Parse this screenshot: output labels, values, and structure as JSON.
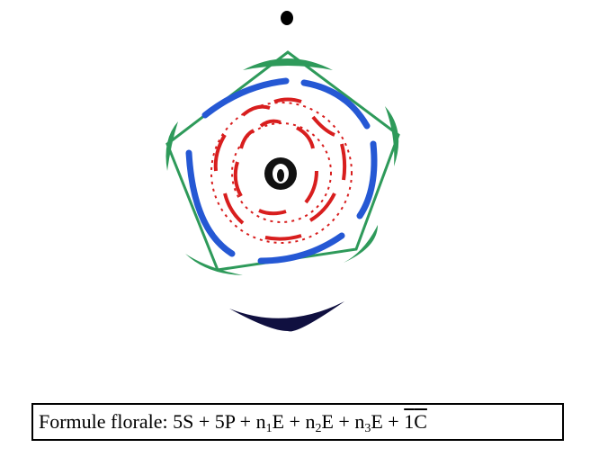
{
  "diagram": {
    "colors": {
      "bract": "#000000",
      "sepal": "#2e9a5a",
      "petal": "#2558d4",
      "stamen": "#d81e1e",
      "carpel": "#111111"
    },
    "icons": [
      "axis-dot",
      "sepal-whorl",
      "petal-whorl",
      "stamen-whorl",
      "carpel-ovary",
      "bract-shape"
    ]
  },
  "formula": {
    "label": "Formule florale:",
    "s_count": "5S",
    "plus1": "+",
    "p_count": "5P",
    "plus2": "+",
    "n1_prefix": "n",
    "n1_sub": "1",
    "n1_suffix": "E",
    "plus3": "+",
    "n2_prefix": "n",
    "n2_sub": "2",
    "n2_suffix": "E",
    "plus4": "+",
    "n3_prefix": "n",
    "n3_sub": "3",
    "n3_suffix": "E",
    "plus5": "+",
    "c_number": "1",
    "c_letter": "C"
  }
}
